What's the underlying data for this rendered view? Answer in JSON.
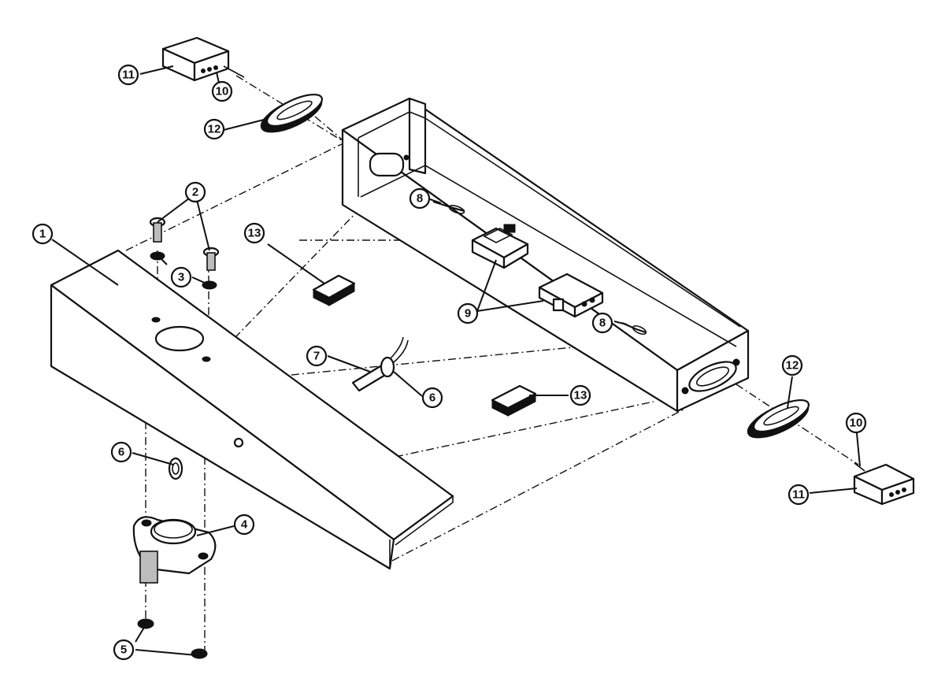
{
  "callouts": [
    {
      "id": "c1",
      "number": "1"
    },
    {
      "id": "c2",
      "number": "2"
    },
    {
      "id": "c3",
      "number": "3"
    },
    {
      "id": "c4",
      "number": "4"
    },
    {
      "id": "c5",
      "number": "5"
    },
    {
      "id": "c6a",
      "number": "6"
    },
    {
      "id": "c6b",
      "number": "6"
    },
    {
      "id": "c7",
      "number": "7"
    },
    {
      "id": "c8a",
      "number": "8"
    },
    {
      "id": "c8b",
      "number": "8"
    },
    {
      "id": "c9",
      "number": "9"
    },
    {
      "id": "c10a",
      "number": "10"
    },
    {
      "id": "c10b",
      "number": "10"
    },
    {
      "id": "c11a",
      "number": "11"
    },
    {
      "id": "c11b",
      "number": "11"
    },
    {
      "id": "c12a",
      "number": "12"
    },
    {
      "id": "c12b",
      "number": "12"
    },
    {
      "id": "c13a",
      "number": "13"
    },
    {
      "id": "c13b",
      "number": "13"
    }
  ]
}
